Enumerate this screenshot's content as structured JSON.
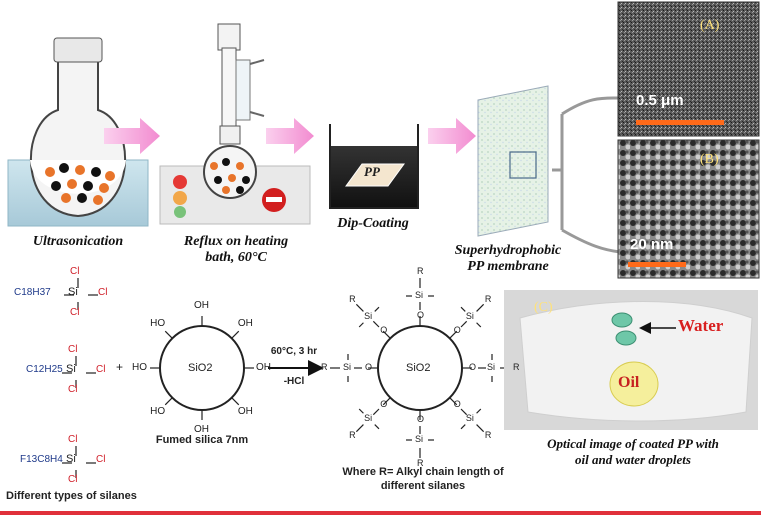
{
  "steps": {
    "ultrasonication": "Ultrasonication",
    "reflux_line1": "Reflux on heating",
    "reflux_line2": "bath, 60°C",
    "dip_coating": "Dip-Coating",
    "membrane_line1": "Superhydrophobic",
    "membrane_line2": "PP membrane",
    "pp_label": "PP"
  },
  "micrographs": {
    "a_label": "(A)",
    "a_scale": "0.5 μm",
    "b_label": "(B)",
    "b_scale": "20 nm"
  },
  "silanes": {
    "c18_group": "C18H37",
    "c12_group": "C12H25",
    "f13_group": "F13C8H4",
    "si": "Si",
    "cl": "Cl",
    "caption": "Different types of silanes"
  },
  "reaction": {
    "plus": "+",
    "core": "SiO2",
    "hydroxyl": "OH",
    "hydroxyl_left": "HO",
    "silica_caption": "Fumed silica 7nm",
    "conditions_line1": "60°C, 3 hr",
    "conditions_line2": "-HCl",
    "r_group": "R",
    "oxygen": "O",
    "product_caption_line1": "Where R= Alkyl chain length of",
    "product_caption_line2": "different silanes"
  },
  "optical": {
    "c_label": "(C)",
    "water": "Water",
    "oil": "Oil",
    "caption_line1": "Optical image of coated PP with",
    "caption_line2": "oil and water droplets"
  },
  "colors": {
    "arrow_pink": "#f5a3d6",
    "bond_red": "#d0202a",
    "alkyl_blue": "#1f3a8a",
    "label_yellow": "#ffe27a",
    "scale_orange": "#ff6a1a",
    "water_red": "#d81e1e",
    "oil_red": "#c62020",
    "rule_red": "#e0303a"
  }
}
